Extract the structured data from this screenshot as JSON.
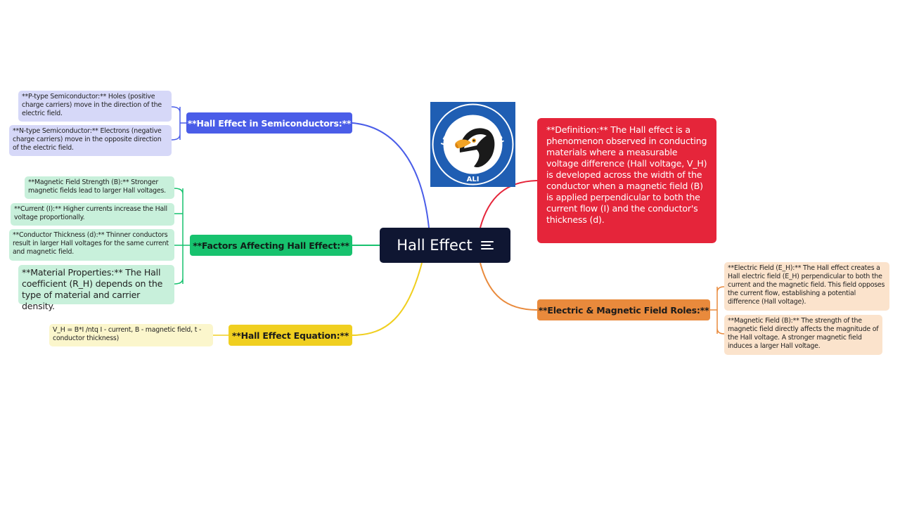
{
  "center": {
    "title": "Hall Effect",
    "icon": "menu-lines-icon"
  },
  "logo": {
    "top_text": "A LEVEL & AP PHYSICS",
    "bottom_text": "ALI",
    "icon": "eagle-logo-icon"
  },
  "definition": {
    "text": "**Definition:** The Hall effect is a phenomenon observed in conducting materials where a measurable voltage difference (Hall voltage, V_H) is developed across the width of the conductor when a magnetic field (B) is applied perpendicular to both the current flow (I) and the conductor's thickness (d)."
  },
  "branches": {
    "semiconductors": {
      "label": "**Hall Effect in Semiconductors:**",
      "leaves": [
        "**P-type Semiconductor:** Holes (positive charge carriers) move in the direction of the electric field.",
        "**N-type Semiconductor:** Electrons (negative charge carriers) move in the opposite direction of the electric field."
      ]
    },
    "factors": {
      "label": "**Factors Affecting Hall Effect:**",
      "leaves": [
        "**Magnetic Field Strength (B):** Stronger magnetic fields lead to larger Hall voltages.",
        "**Current (I):** Higher currents increase the Hall voltage proportionally.",
        "**Conductor Thickness (d):** Thinner conductors result in larger Hall voltages for the same current and magnetic field.",
        "**Material Properties:** The Hall coefficient (R_H) depends on the type of material and carrier density."
      ]
    },
    "equation": {
      "label": "**Hall Effect Equation:**",
      "leaves": [
        "V_H = B*I /ntq  I - current, B - magnetic field, t - conductor thickness)"
      ]
    },
    "fields": {
      "label": "**Electric & Magnetic Field Roles:**",
      "leaves": [
        "**Electric Field (E_H):** The Hall effect creates a Hall electric field (E_H) perpendicular to both the current and the magnetic field. This field opposes the current flow, establishing a potential difference (Hall voltage).",
        "**Magnetic Field (B):** The strength of the magnetic field directly affects the magnitude of the Hall voltage. A stronger magnetic field induces a larger Hall voltage."
      ]
    }
  },
  "colors": {
    "center": "#0f1632",
    "semiconductors": "#4a5de8",
    "factors": "#17c26e",
    "equation": "#f0cf20",
    "fields": "#e98a3c",
    "definition": "#e5253a"
  }
}
